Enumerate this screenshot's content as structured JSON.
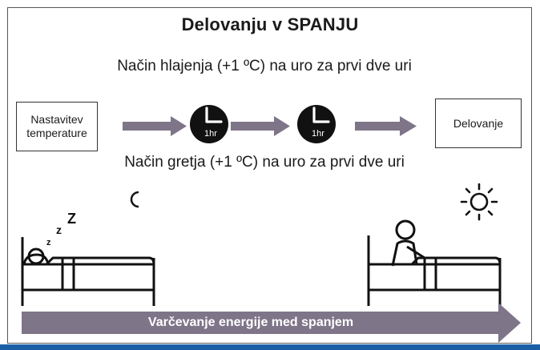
{
  "title": "Delovanju v SPANJU",
  "cooling_mode": "Način hlajenja (+1 ºC) na uro za prvi dve uri",
  "heating_mode": "Način gretja (+1 ºC) na uro za prvi dve uri",
  "setting_box": "Nastavitev temperature",
  "operation_box": "Delovanje",
  "clock_label": "1hr",
  "bottom_bar": "Varčevanje energije med spanjem",
  "icons": [
    "moon-icon",
    "sleep-zzz-icon",
    "sun-icon",
    "clock-icon",
    "sleeping-person-in-bed",
    "person-sitting-up-in-bed"
  ],
  "colors": {
    "arrow": "#7f7589",
    "bar": "#7f7589",
    "clock": "#111111",
    "accent_rule": "#1a5fa6"
  }
}
